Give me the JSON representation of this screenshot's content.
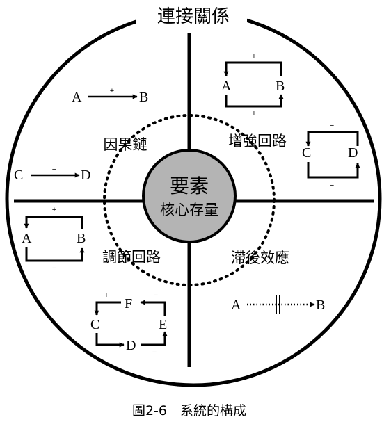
{
  "title": "連接關係",
  "center": {
    "line1": "要素",
    "line2": "核心存量"
  },
  "quadrants": {
    "causal_chain": "因果鏈",
    "reinforcing_loop": "增強回路",
    "balancing_loop": "調節回路",
    "delay": "滯後效應"
  },
  "signs": {
    "plus": "+",
    "minus": "−"
  },
  "nodes": {
    "a": "A",
    "b": "B",
    "c": "C",
    "d": "D",
    "e": "E",
    "f": "F"
  },
  "caption": "圖2-6　系統的構成",
  "colors": {
    "ink": "#000000",
    "core_fill": "#b4b4b4",
    "background": "#ffffff"
  }
}
